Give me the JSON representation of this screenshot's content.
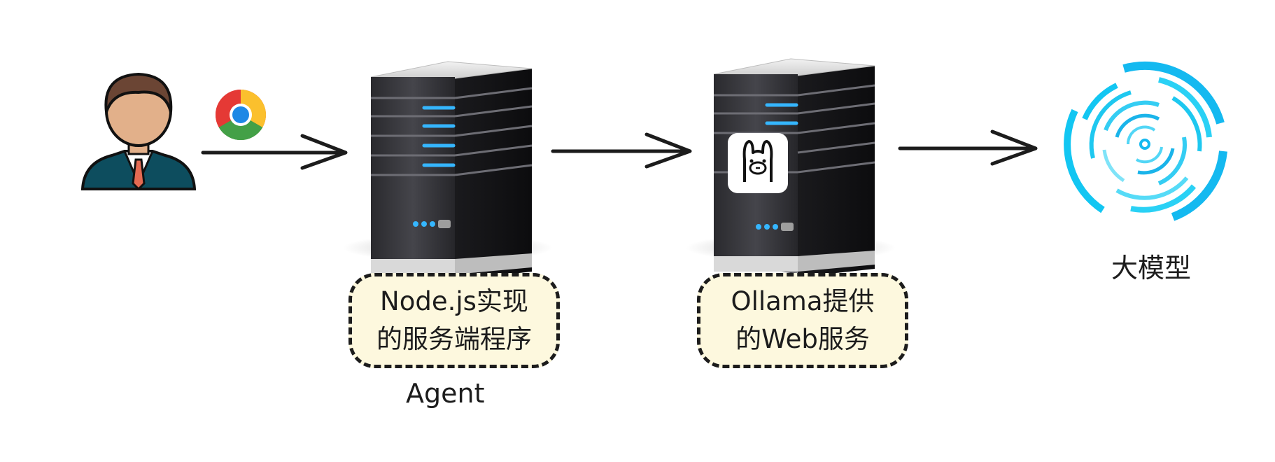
{
  "nodes": {
    "agent_server": {
      "box_line1": "Node.js实现",
      "box_line2": "的服务端程序",
      "caption": "Agent"
    },
    "ollama_server": {
      "box_line1": "Ollama提供",
      "box_line2": "的Web服务"
    },
    "model": {
      "caption": "大模型"
    }
  },
  "icons": {
    "user": "user-avatar-icon",
    "browser": "chrome-browser-icon",
    "server": "server-tower-icon",
    "ollama": "ollama-llama-icon",
    "model": "ai-model-circle-icon"
  },
  "colors": {
    "label_fill": "#fdf8de",
    "ink": "#1c1c1c",
    "server_light": "#35b6ff",
    "model_cyan": "#1ec8f0"
  }
}
